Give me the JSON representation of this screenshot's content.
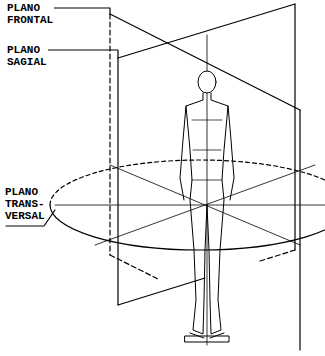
{
  "diagram": {
    "labels": [
      "PLANO FRONTAL",
      "PLANO SAGIAL",
      "PLANO TRANS-VERSAL"
    ]
  }
}
